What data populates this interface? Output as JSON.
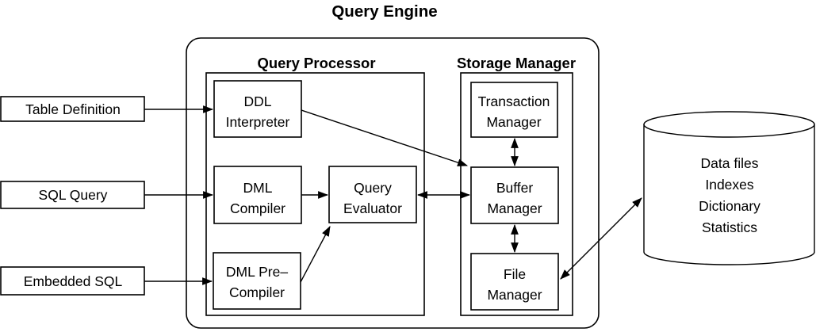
{
  "title": "Query Engine",
  "sections": {
    "query_processor": {
      "label": "Query Processor"
    },
    "storage_manager": {
      "label": "Storage Manager"
    }
  },
  "inputs": {
    "table_definition": {
      "label": "Table Definition"
    },
    "sql_query": {
      "label": "SQL Query"
    },
    "embedded_sql": {
      "label": "Embedded SQL"
    }
  },
  "nodes": {
    "ddl_interpreter": {
      "line1": "DDL",
      "line2": "Interpreter"
    },
    "dml_compiler": {
      "line1": "DML",
      "line2": "Compiler"
    },
    "query_evaluator": {
      "line1": "Query",
      "line2": "Evaluator"
    },
    "dml_precompiler": {
      "line1": "DML Pre–",
      "line2": "Compiler"
    },
    "transaction_manager": {
      "line1": "Transaction",
      "line2": "Manager"
    },
    "buffer_manager": {
      "line1": "Buffer",
      "line2": "Manager"
    },
    "file_manager": {
      "line1": "File",
      "line2": "Manager"
    }
  },
  "datastore": {
    "lines": [
      "Data files",
      "Indexes",
      "Dictionary",
      "Statistics"
    ]
  },
  "colors": {
    "stroke": "#000000",
    "background": "#ffffff"
  }
}
